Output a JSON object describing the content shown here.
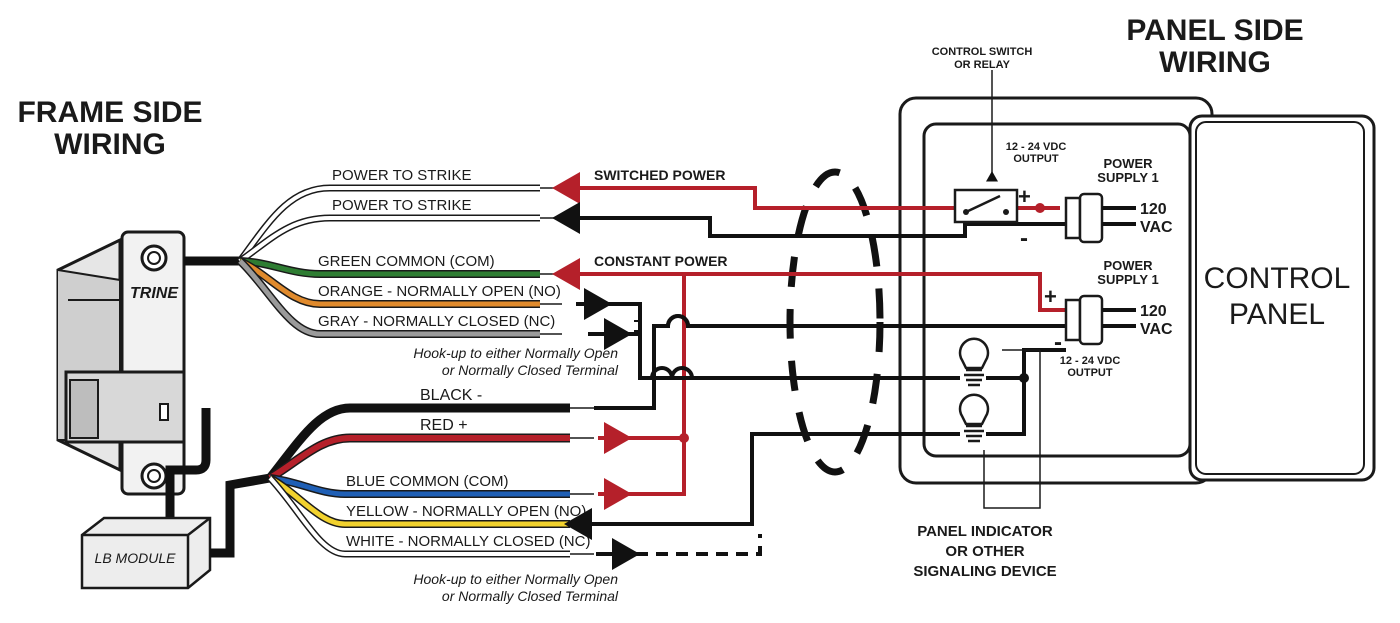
{
  "titles": {
    "frame_line1": "FRAME SIDE",
    "frame_line2": "WIRING",
    "panel_line1": "PANEL SIDE",
    "panel_line2": "WIRING"
  },
  "strike": {
    "brand": "TRINE"
  },
  "lb_module": {
    "label": "LB MODULE"
  },
  "frame_wires": [
    {
      "label": "POWER TO STRIKE",
      "color": "#ffffff"
    },
    {
      "label": "POWER TO STRIKE",
      "color": "#ffffff"
    },
    {
      "label": "GREEN COMMON (COM)",
      "color": "#2e7d32"
    },
    {
      "label": "ORANGE - NORMALLY OPEN (NO)",
      "color": "#e08a2c"
    },
    {
      "label": "GRAY - NORMALLY CLOSED (NC)",
      "color": "#9a9a9a"
    }
  ],
  "lb_wires": [
    {
      "label": "BLACK -",
      "color": "#111111"
    },
    {
      "label": "RED +",
      "color": "#b5202a"
    },
    {
      "label": "BLUE COMMON (COM)",
      "color": "#1f5fb5"
    },
    {
      "label": "YELLOW - NORMALLY OPEN (NO)",
      "color": "#f2d22e"
    },
    {
      "label": "WHITE - NORMALLY CLOSED (NC)",
      "color": "#ffffff"
    }
  ],
  "power_labels": {
    "switched": "SWITCHED POWER",
    "constant": "CONSTANT POWER"
  },
  "hookup_note": {
    "line1": "Hook-up to either Normally Open",
    "line2": "or Normally Closed Terminal"
  },
  "control_switch": {
    "line1": "CONTROL SWITCH",
    "line2": "OR RELAY"
  },
  "output1": {
    "line1": "12 - 24 VDC",
    "line2": "OUTPUT"
  },
  "output2": {
    "line1": "12 - 24 VDC",
    "line2": "OUTPUT"
  },
  "supply1": {
    "line1": "POWER",
    "line2": "SUPPLY 1",
    "v1": "120",
    "v2": "VAC"
  },
  "supply2": {
    "line1": "POWER",
    "line2": "SUPPLY 1",
    "v1": "120",
    "v2": "VAC"
  },
  "control_panel": {
    "line1": "CONTROL",
    "line2": "PANEL"
  },
  "indicator": {
    "line1": "PANEL INDICATOR",
    "line2": "OR OTHER",
    "line3": "SIGNALING DEVICE"
  },
  "polarity": {
    "plus": "+",
    "minus": "-"
  },
  "colors": {
    "red_wire": "#b5202a",
    "black_wire": "#111111",
    "outline": "#1a1a1a"
  }
}
